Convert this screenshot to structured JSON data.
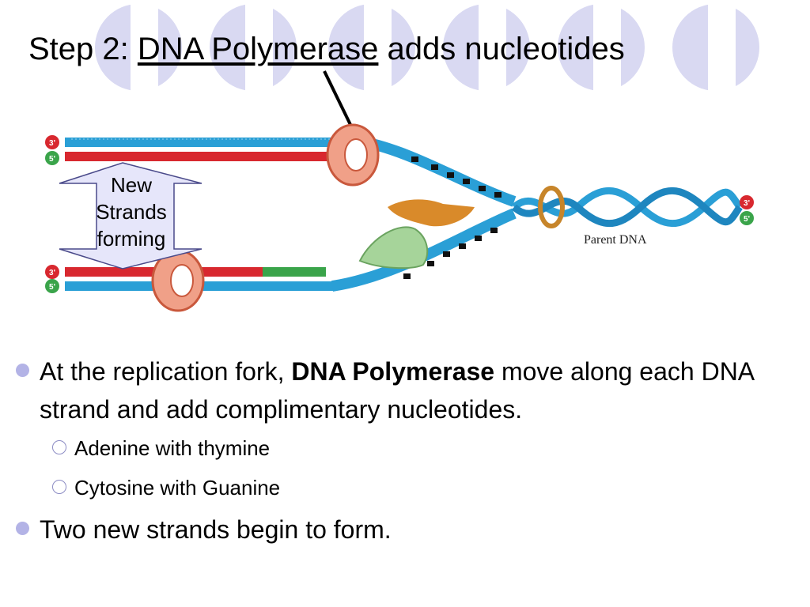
{
  "slide": {
    "title_prefix": "Step 2: ",
    "title_underlined": "DNA Polymerase",
    "title_suffix": " adds nucleotides"
  },
  "figure": {
    "arrow_label": [
      "New",
      "Strands",
      "forming"
    ],
    "parent_label": "Parent DNA",
    "end_labels_left_top": [
      "3'",
      "5'"
    ],
    "end_labels_left_bottom": [
      "3'",
      "5'"
    ],
    "end_labels_right": [
      "3'",
      "5'"
    ]
  },
  "bullets": {
    "b1_pre": "At the replication fork, ",
    "b1_bold": "DNA Polymerase",
    "b1_post": " move along each DNA strand and add complimentary nucleotides.",
    "sub1": "Adenine with thymine",
    "sub2": "Cytosine with Guanine",
    "b2": "Two new strands begin to form."
  },
  "colors": {
    "accent": "#b3b3e6",
    "dna_blue": "#2a9fd6",
    "dna_red": "#d8282f",
    "dna_green": "#3aa44a",
    "polymerase": "#e8785a"
  }
}
